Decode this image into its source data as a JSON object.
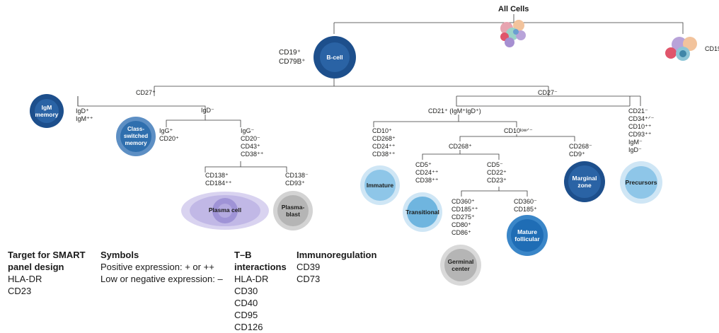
{
  "root": {
    "label": "All Cells",
    "branch_right_marker": "CD19"
  },
  "bcell": {
    "label": "B-cell",
    "markers": [
      "CD19⁺",
      "CD79B⁺"
    ]
  },
  "branches": {
    "cd27_pos": "CD27⁺",
    "cd27_neg": "CD27⁻",
    "igd_neg": "IgD⁻",
    "cd21_pos": "CD21⁺ (IgM⁺IgD⁺)",
    "cd10_low": "CD10ˡᵒʷᐟ⁻",
    "cd268_pos": "CD268⁺"
  },
  "nodes": {
    "igm_memory": {
      "label": "IgM memory",
      "markers": [
        "IgD⁺",
        "IgM⁺⁺"
      ]
    },
    "class_switched": {
      "label": "Class-switched memory",
      "markers": [
        "IgG⁺",
        "CD20⁺"
      ]
    },
    "igg_neg": {
      "markers": [
        "IgG⁻",
        "CD20⁻",
        "CD43⁺",
        "CD38⁺⁺"
      ]
    },
    "plasma_cell": {
      "label": "Plasma cell",
      "markers": [
        "CD138⁺",
        "CD184⁺⁺"
      ]
    },
    "plasmablast": {
      "label": "Plasma-blast",
      "markers": [
        "CD138⁻",
        "CD93⁺"
      ]
    },
    "immature": {
      "label": "Immature",
      "markers": [
        "CD10⁺",
        "CD268⁺",
        "CD24⁺⁺",
        "CD38⁺⁺"
      ]
    },
    "transitional": {
      "label": "Transitional",
      "markers": [
        "CD5⁺",
        "CD24⁺⁺",
        "CD38⁺⁺"
      ]
    },
    "cd5_neg": {
      "markers": [
        "CD5⁻",
        "CD22⁺",
        "CD23⁺"
      ]
    },
    "germinal_center": {
      "label": "Germinal center",
      "markers": [
        "CD360⁺",
        "CD185⁺⁺",
        "CD275⁺",
        "CD80⁺",
        "CD86⁺"
      ]
    },
    "mature_follicular": {
      "label": "Mature follicular",
      "markers": [
        "CD360⁻",
        "CD185⁺"
      ]
    },
    "marginal_zone": {
      "label": "Marginal zone",
      "markers": [
        "CD268⁻",
        "CD9⁺"
      ]
    },
    "precursors": {
      "label": "Precursors",
      "markers": [
        "CD21⁻",
        "CD34⁺ᐟ⁻",
        "CD10⁺⁺",
        "CD93⁺⁺",
        "IgM⁻",
        "IgD⁻"
      ]
    }
  },
  "legend": {
    "target": {
      "title_line1": "Target for SMART",
      "title_line2": "panel design",
      "items": [
        "HLA-DR",
        "CD23"
      ]
    },
    "symbols": {
      "title": "Symbols",
      "items": [
        "Positive expression: + or ++",
        "Low or negative expression: –"
      ]
    },
    "tb": {
      "title_line1": "T–B",
      "title_line2": "interactions",
      "items": [
        "HLA-DR",
        "CD30",
        "CD40",
        "CD95",
        "CD126"
      ]
    },
    "immuno": {
      "title": "Immunoregulation",
      "items": [
        "CD39",
        "CD73"
      ]
    }
  },
  "colors": {
    "dark_blue": "#1d4f8c",
    "mid_blue": "#2f6fae",
    "light_blue": "#8ec6e8",
    "pale_blue": "#cfe6f5",
    "grey": "#b7b7b7",
    "line": "#333333"
  }
}
